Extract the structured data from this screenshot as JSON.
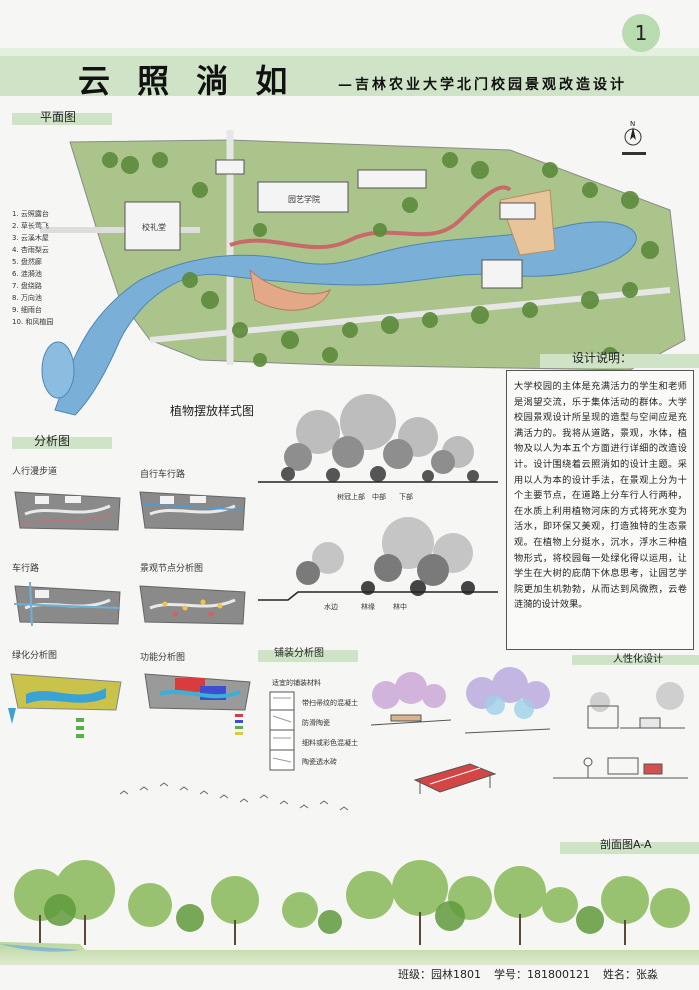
{
  "header": {
    "page_number": "1",
    "title": "云 照 淌 如",
    "subtitle": "—吉林农业大学北门校园景观改造设计"
  },
  "plan": {
    "label": "平面图",
    "compass": "N",
    "building_labels": [
      "校礼堂",
      "园艺学院"
    ],
    "legend": [
      "1. 云照露台",
      "2. 草长莺飞",
      "3. 云溪木屋",
      "4. 杏雨梨云",
      "5. 盘然廊",
      "6. 涟漪池",
      "7. 盘绕路",
      "8. 万向池",
      "9. 细雨台",
      "10. 和风植园"
    ]
  },
  "design_notes": {
    "label": "设计说明：",
    "text": "大学校园的主体是充满活力的学生和老师是渴望交流，乐于集体活动的群体。大学校园景观设计所呈现的造型与空间应是充满活力的。我将从道路，景观，水体，植物及以人为本五个方面进行详细的改造设计。设计围绕着云照淌如的设计主题。采用以人为本的设计手法，在景观上分为十个主要节点，在道路上分车行人行两种，在水质上利用植物河床的方式将死水变为活水，即环保又美观，打造独特的生态景观。在植物上分挺水，沉水，浮水三种植物形式，将校园每一处绿化得以运用，让学生在大树的庇荫下休息思考，让园艺学院更加生机勃勃，从而达到风微煦，云卷涟漪的设计效果。"
  },
  "planting": {
    "label": "植物摆放样式图",
    "upper_labels": [
      "树冠上部",
      "中部",
      "下部"
    ],
    "lower_labels": [
      "水边",
      "林缘",
      "林中"
    ]
  },
  "analysis": {
    "label": "分析图",
    "panels": [
      "人行漫步道",
      "自行车行路",
      "车行路",
      "景观节点分析图",
      "绿化分析图",
      "功能分析图"
    ]
  },
  "paving": {
    "label": "铺装分析图",
    "intro": "适宜的铺装材料",
    "items": [
      "带扫帚纹的混凝土",
      "防滑陶瓷",
      "细料或彩色混凝土",
      "陶瓷透水砖"
    ]
  },
  "humanized": {
    "label": "人性化设计"
  },
  "section": {
    "label": "剖面图A-A"
  },
  "footer": {
    "class_label": "班级：",
    "class_value": "园林1801",
    "id_label": "学号：",
    "id_value": "181800121",
    "name_label": "姓名：",
    "name_value": "张淼"
  },
  "colors": {
    "accent_green": "#cfe3c6",
    "water": "#6fa9d4",
    "grass": "#7ea55a",
    "path": "#d9a58a"
  }
}
